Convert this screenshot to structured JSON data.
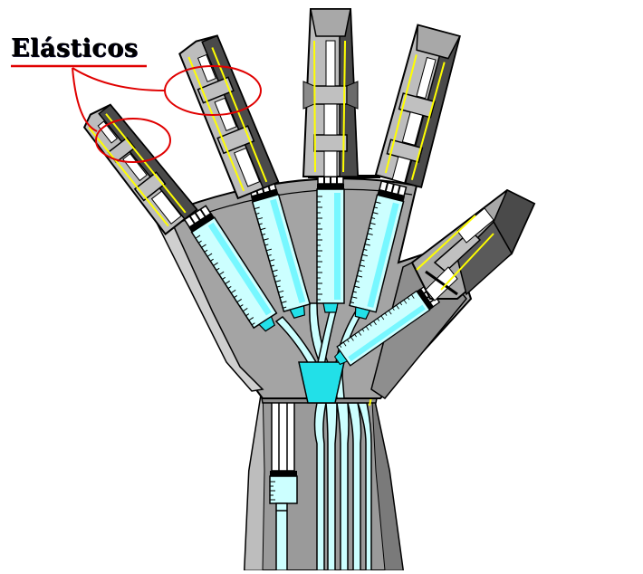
{
  "diagram": {
    "title": "Elásticos",
    "subject": "hydraulic-robotic-hand",
    "annotations": [
      {
        "label": "Elásticos",
        "targets": [
          "index-finger-tip-joint",
          "middle-finger-tip-joint"
        ],
        "marker": "red-ellipse"
      }
    ],
    "parts": {
      "fingers": [
        {
          "name": "little-finger",
          "segments": 3
        },
        {
          "name": "ring-finger",
          "segments": 3
        },
        {
          "name": "middle-finger",
          "segments": 3
        },
        {
          "name": "index-finger",
          "segments": 3
        },
        {
          "name": "thumb",
          "segments": 2
        }
      ],
      "palm_syringes": 5,
      "wrist_syringe": 1,
      "tubes_in_forearm": 5
    },
    "colors": {
      "background": "#ffffff",
      "metal_light": "#d4d4d4",
      "metal_mid": "#a8a8a8",
      "metal_main": "#9a9a9a",
      "metal_dark": "#4a4a4a",
      "syringe_fluid": "#ccffff",
      "syringe_fluid_bright": "#77f7ff",
      "syringe_tip": "#22e0e8",
      "elastic": "#ffff00",
      "annotation": "#e00000",
      "outline": "#000000"
    }
  }
}
